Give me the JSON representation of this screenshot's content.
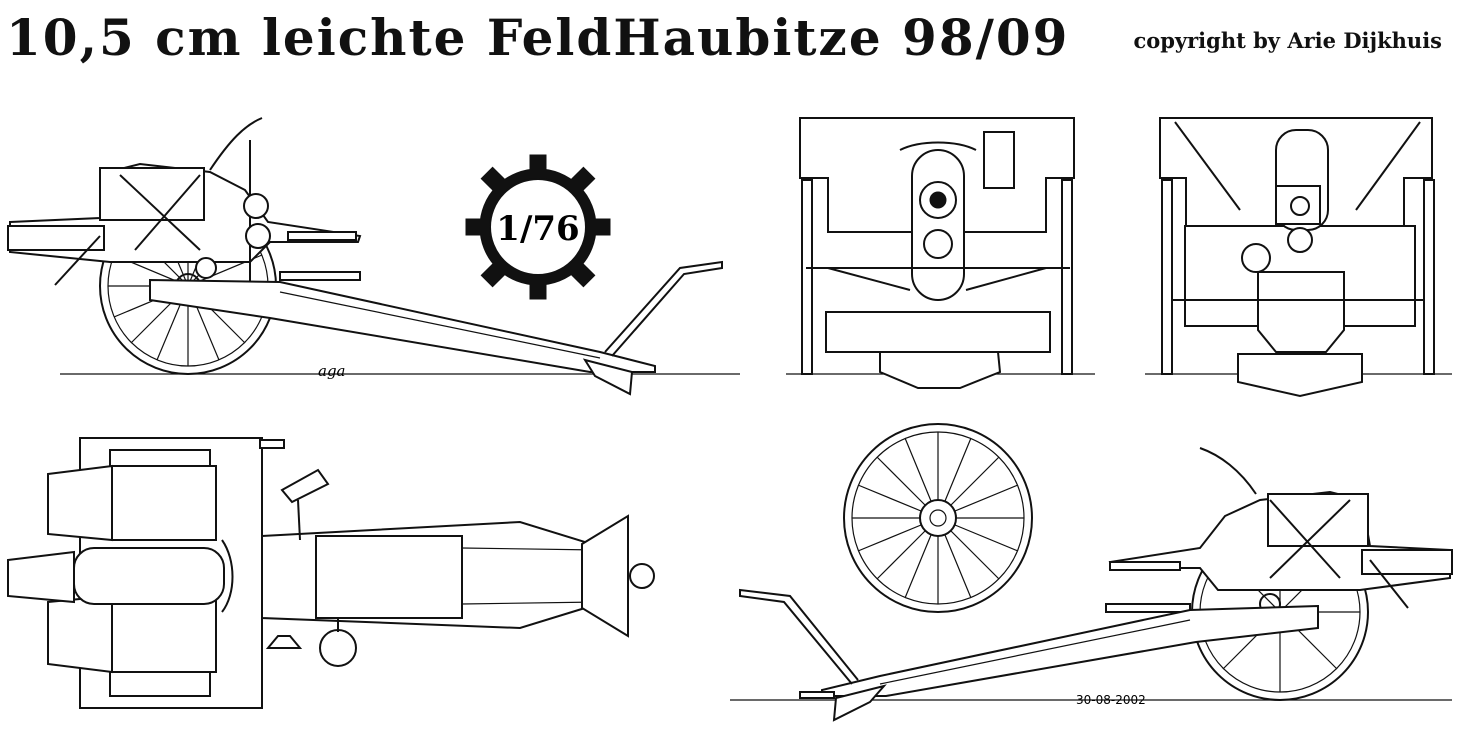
{
  "title": "10,5 cm leichte FeldHaubitze 98/09",
  "copyright": "copyright by Arie Dijkhuis",
  "scale": "1/76",
  "date": "30-08-2002",
  "signature": "aga"
}
